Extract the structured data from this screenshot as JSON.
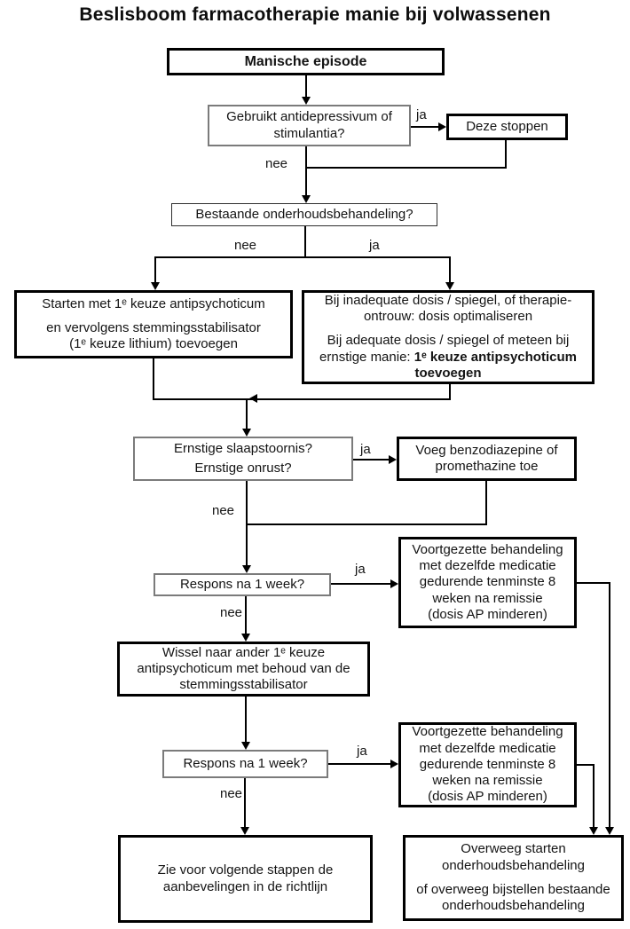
{
  "title": "Beslisboom farmacotherapie manie bij volwassenen",
  "labels": {
    "ja": "ja",
    "nee": "nee"
  },
  "nodes": {
    "manic_episode": {
      "text": "Manische episode"
    },
    "antidepressant_question": {
      "text": "Gebruikt antidepressivum of\nstimulantia?"
    },
    "stop_these": {
      "text": "Deze stoppen"
    },
    "maintenance_question": {
      "text": "Bestaande onderhoudsbehandeling?"
    },
    "start_antipsychotic": {
      "p1": "Starten met 1ᵉ keuze antipsychoticum",
      "p2": "en vervolgens stemmingsstabilisator\n(1ᵉ keuze lithium) toevoegen"
    },
    "optimize_dose": {
      "p1": "Bij inadequate dosis / spiegel, of therapie-\nontrouw: dosis optimaliseren",
      "p2_prefix": "Bij adequate dosis / spiegel of meteen bij ernstige manie: ",
      "p2_bold": "1ᵉ keuze antipsychoticum toevoegen"
    },
    "sleep_agitation_question": {
      "text": "Ernstige slaapstoornis?\nErnstige onrust?"
    },
    "add_benzodiazepine": {
      "text": "Voeg benzodiazepine of\npromethazine toe"
    },
    "response_week_1": {
      "text": "Respons na 1 week?"
    },
    "continue_treatment_1": {
      "text": "Voortgezette behandeling\nmet dezelfde medicatie\ngedurende tenminste 8\nweken na remissie\n(dosis AP minderen)"
    },
    "switch_antipsychotic": {
      "text": "Wissel naar ander 1ᵉ keuze\nantipsychoticum met behoud van de\nstemmingsstabilisator"
    },
    "response_week_2": {
      "text": "Respons na 1 week?"
    },
    "continue_treatment_2": {
      "text": "Voortgezette behandeling\nmet dezelfde medicatie\ngedurende tenminste 8\nweken na remissie\n(dosis AP minderen)"
    },
    "guideline_next_steps": {
      "text": "Zie voor volgende stappen de\naanbevelingen in de richtlijn"
    },
    "consider_maintenance": {
      "p1": "Overweeg starten\nonderhoudsbehandeling",
      "p2": "of overweeg bijstellen bestaande\nonderhoudsbehandeling"
    }
  },
  "colors": {
    "line": "#000000",
    "thick_border": "#000000",
    "thin_border": "#7b7b7b",
    "background": "#ffffff"
  }
}
